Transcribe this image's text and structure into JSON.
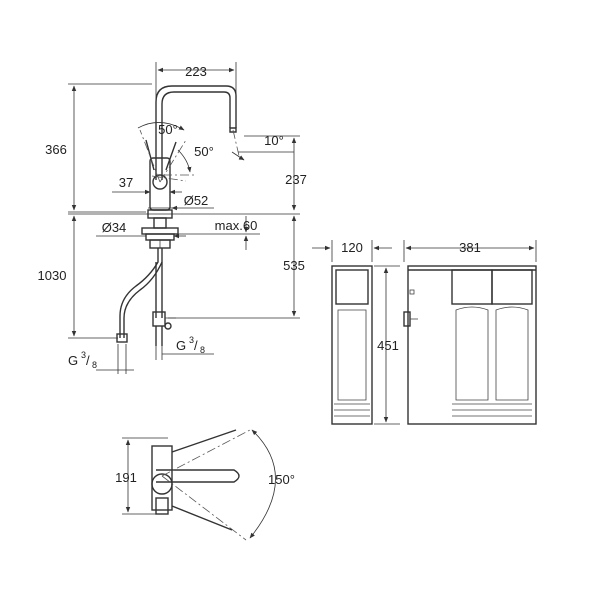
{
  "faucet": {
    "dim_width": "223",
    "dim_height_total": "366",
    "angle_handle_top": "50°",
    "angle_handle_side": "50°",
    "angle_spout": "10°",
    "dim_spout_height": "237",
    "dim_handle_offset": "37",
    "dim_body_diameter": "Ø52",
    "dim_hole_diameter": "Ø34",
    "dim_counter_max": "max.60",
    "dim_hose_length": "1030",
    "dim_under_counter": "535",
    "thread_left": "G",
    "thread_left_num": "3",
    "thread_left_den": "8",
    "thread_right": "G",
    "thread_right_num": "3",
    "thread_right_den": "8"
  },
  "filter_unit": {
    "dim_depth": "120",
    "dim_width": "381",
    "dim_height": "451"
  },
  "top_view": {
    "dim_reach": "191",
    "angle_swivel": "150°"
  }
}
